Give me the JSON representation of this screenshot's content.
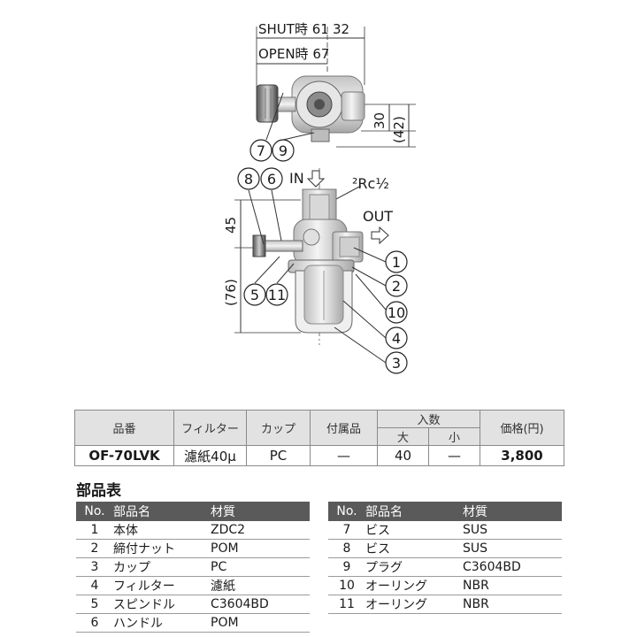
{
  "dims": {
    "shut": "SHUT時 61",
    "open": "OPEN時 67",
    "w32": "32",
    "h30": "30",
    "h42": "(42)",
    "h45": "45",
    "h76": "(76)",
    "port_in": "IN",
    "port_out": "OUT",
    "rc": "²Rc½"
  },
  "callouts": [
    "7",
    "9",
    "8",
    "6",
    "1",
    "5",
    "11",
    "2",
    "10",
    "4",
    "3"
  ],
  "spec": {
    "headers": {
      "model": "品番",
      "filter": "フィルター",
      "cup": "カップ",
      "accessory": "付属品",
      "qty": "入数",
      "qty_large": "大",
      "qty_small": "小",
      "price": "価格(円)"
    },
    "row": {
      "model": "OF-70LVK",
      "filter": "濾紙40μ",
      "cup": "PC",
      "accessory": "—",
      "qty_large": "40",
      "qty_small": "—",
      "price": "3,800"
    }
  },
  "parts": {
    "title": "部品表",
    "headers": {
      "no": "No.",
      "name": "部品名",
      "material": "材質"
    },
    "left": [
      {
        "no": "1",
        "name": "本体",
        "material": "ZDC2"
      },
      {
        "no": "2",
        "name": "締付ナット",
        "material": "POM"
      },
      {
        "no": "3",
        "name": "カップ",
        "material": "PC"
      },
      {
        "no": "4",
        "name": "フィルター",
        "material": "濾紙"
      },
      {
        "no": "5",
        "name": "スピンドル",
        "material": "C3604BD"
      },
      {
        "no": "6",
        "name": "ハンドル",
        "material": "POM"
      }
    ],
    "right": [
      {
        "no": "7",
        "name": "ビス",
        "material": "SUS"
      },
      {
        "no": "8",
        "name": "ビス",
        "material": "SUS"
      },
      {
        "no": "9",
        "name": "プラグ",
        "material": "C3604BD"
      },
      {
        "no": "10",
        "name": "オーリング",
        "material": "NBR"
      },
      {
        "no": "11",
        "name": "オーリング",
        "material": "NBR"
      }
    ]
  }
}
